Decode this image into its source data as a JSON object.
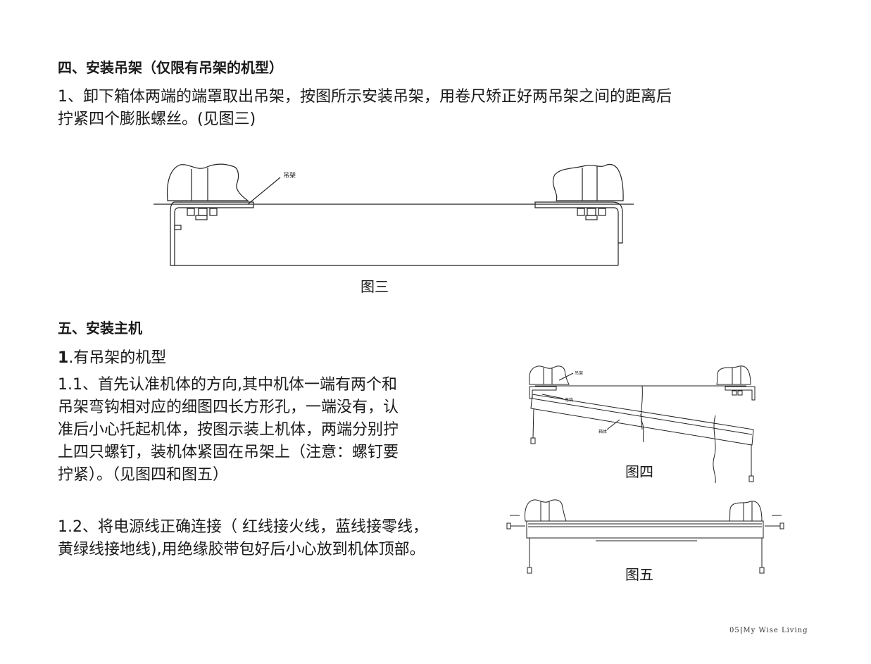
{
  "section4": {
    "heading": "四、安装吊架（仅限有吊架的机型）",
    "para_line1": "1、卸下箱体两端的端罩取出吊架，按图所示安装吊架，用卷尺矫正好两吊架之间的距离后",
    "para_line2": "拧紧四个膨胀螺丝。(见图三)",
    "fig3_label_bracket": "吊架",
    "fig3_caption": "图三"
  },
  "section5": {
    "heading": "五、安装主机",
    "sub1_num": "1",
    "sub1_text": ".有吊架的机型",
    "p11_lines": [
      "1.1、首先认准机体的方向,其中机体一端有两个和",
      "吊架弯钩相对应的细图四长方形孔，一端没有，认",
      "准后小心托起机体，按图示装上机体，两端分别拧",
      "上四只螺钉，装机体紧固在吊架上（注意：螺钉要",
      "拧紧）。（见图四和图五）"
    ],
    "p12_lines": [
      "1.2、将电源线正确连接（ 红线接火线，蓝线接零线，",
      "黄绿线接地线),用绝缘胶带包好后小心放到机体顶部。"
    ],
    "fig4_label_bracket": "吊架",
    "fig4_label_hook": "弯钩",
    "fig4_label_body": "箱体",
    "fig4_caption": "图四",
    "fig5_caption": "图五"
  },
  "footer": {
    "page": "05",
    "brand": "My Wise Living"
  }
}
